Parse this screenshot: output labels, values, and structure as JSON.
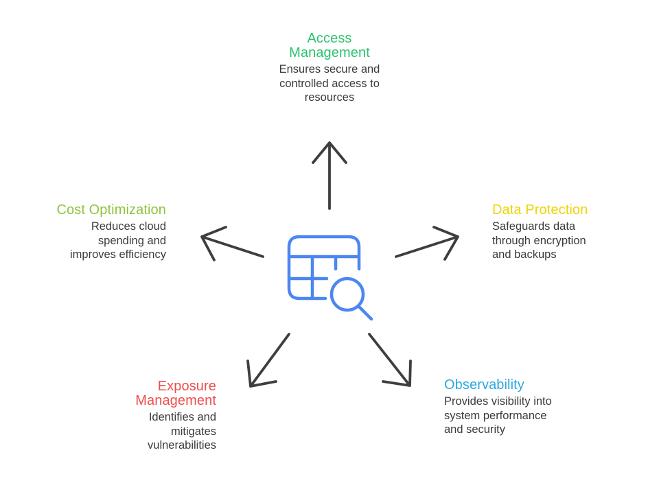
{
  "diagram": {
    "background": "#ffffff",
    "colors": {
      "arrow": "#3e3e3e",
      "icon": "#4c86f0",
      "description_text": "#3b3b3b",
      "access_green": "#2dc26f",
      "cost_lime": "#91c33d",
      "data_yellow": "#efd402",
      "exposure_red": "#f04c4c",
      "observability_blue": "#2aa9e0"
    },
    "center_icon": {
      "name": "table-search-icon"
    },
    "nodes": [
      {
        "id": "access-management",
        "title": "Access\nManagement",
        "description": "Ensures secure and\ncontrolled access to\nresources",
        "color": "#2dc26f",
        "position": "top"
      },
      {
        "id": "cost-optimization",
        "title": "Cost Optimization",
        "description": "Reduces cloud\nspending and\nimproves efficiency",
        "color": "#91c33d",
        "position": "left"
      },
      {
        "id": "data-protection",
        "title": "Data Protection",
        "description": "Safeguards data\nthrough encryption\nand backups",
        "color": "#efd402",
        "position": "right"
      },
      {
        "id": "exposure-management",
        "title": "Exposure\nManagement",
        "description": "Identifies and\nmitigates\nvulnerabilities",
        "color": "#f04c4c",
        "position": "bottom-left"
      },
      {
        "id": "observability",
        "title": "Observability",
        "description": "Provides visibility into\nsystem performance\nand security",
        "color": "#2aa9e0",
        "position": "bottom-right"
      }
    ]
  }
}
